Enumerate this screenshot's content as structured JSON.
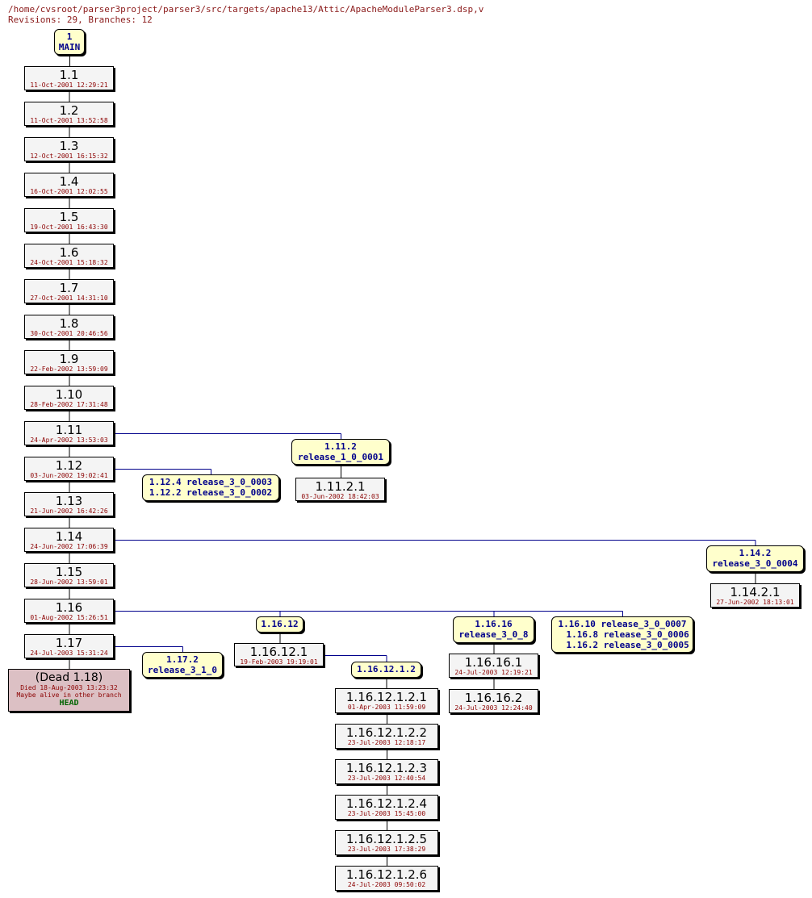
{
  "header": {
    "path": "/home/cvsroot/parser3project/parser3/src/targets/apache13/Attic/ApacheModuleParser3.dsp,v",
    "summary": "Revisions: 29, Branches: 12"
  },
  "colors": {
    "trunk_line": "#000000",
    "branch_line": "#00008b",
    "tag_fill": "#ffffcc",
    "rev_fill": "#f4f4f4",
    "dead_fill": "#dcc0c4"
  },
  "nodes": [
    {
      "id": "main",
      "type": "tag",
      "lines": [
        "1",
        "MAIN"
      ]
    },
    {
      "id": "r1_1",
      "type": "rev",
      "rev": "1.1",
      "date": "11-Oct-2001 12:29:21"
    },
    {
      "id": "r1_2",
      "type": "rev",
      "rev": "1.2",
      "date": "11-Oct-2001 13:52:58"
    },
    {
      "id": "r1_3",
      "type": "rev",
      "rev": "1.3",
      "date": "12-Oct-2001 16:15:32"
    },
    {
      "id": "r1_4",
      "type": "rev",
      "rev": "1.4",
      "date": "16-Oct-2001 12:02:55"
    },
    {
      "id": "r1_5",
      "type": "rev",
      "rev": "1.5",
      "date": "19-Oct-2001 16:43:30"
    },
    {
      "id": "r1_6",
      "type": "rev",
      "rev": "1.6",
      "date": "24-Oct-2001 15:18:32"
    },
    {
      "id": "r1_7",
      "type": "rev",
      "rev": "1.7",
      "date": "27-Oct-2001 14:31:10"
    },
    {
      "id": "r1_8",
      "type": "rev",
      "rev": "1.8",
      "date": "30-Oct-2001 20:46:56"
    },
    {
      "id": "r1_9",
      "type": "rev",
      "rev": "1.9",
      "date": "22-Feb-2002 13:59:09"
    },
    {
      "id": "r1_10",
      "type": "rev",
      "rev": "1.10",
      "date": "28-Feb-2002 17:31:48"
    },
    {
      "id": "r1_11",
      "type": "rev",
      "rev": "1.11",
      "date": "24-Apr-2002 13:53:03"
    },
    {
      "id": "r1_12",
      "type": "rev",
      "rev": "1.12",
      "date": "03-Jun-2002 19:02:41"
    },
    {
      "id": "r1_13",
      "type": "rev",
      "rev": "1.13",
      "date": "21-Jun-2002 16:42:26"
    },
    {
      "id": "r1_14",
      "type": "rev",
      "rev": "1.14",
      "date": "24-Jun-2002 17:06:39"
    },
    {
      "id": "r1_15",
      "type": "rev",
      "rev": "1.15",
      "date": "28-Jun-2002 13:59:01"
    },
    {
      "id": "r1_16",
      "type": "rev",
      "rev": "1.16",
      "date": "01-Aug-2002 15:26:51"
    },
    {
      "id": "r1_17",
      "type": "rev",
      "rev": "1.17",
      "date": "24-Jul-2003 15:31:24"
    },
    {
      "id": "dead",
      "type": "dead",
      "rev": "(Dead 1.18)",
      "lines": [
        "Died 18-Aug-2003 13:23:32",
        "Maybe alive in other branch"
      ],
      "head": "HEAD"
    },
    {
      "id": "b1_11_2",
      "type": "tag",
      "lines": [
        "1.11.2",
        "release_1_0_0001"
      ]
    },
    {
      "id": "r1_11_2_1",
      "type": "rev",
      "rev": "1.11.2.1",
      "date": "03-Jun-2002 18:42:03"
    },
    {
      "id": "b1_12",
      "type": "tag",
      "lines": [
        "1.12.4 release_3_0_0003",
        "1.12.2 release_3_0_0002"
      ]
    },
    {
      "id": "b1_14_2",
      "type": "tag",
      "lines": [
        "1.14.2",
        "release_3_0_0004"
      ]
    },
    {
      "id": "r1_14_2_1",
      "type": "rev",
      "rev": "1.14.2.1",
      "date": "27-Jun-2002 18:13:01"
    },
    {
      "id": "b1_16_12",
      "type": "tag",
      "lines": [
        "1.16.12"
      ]
    },
    {
      "id": "r1_16_12_1",
      "type": "rev",
      "rev": "1.16.12.1",
      "date": "19-Feb-2003 19:19:01"
    },
    {
      "id": "b1_16_12_1_2",
      "type": "tag",
      "lines": [
        "1.16.12.1.2"
      ]
    },
    {
      "id": "r1_16_12_1_2_1",
      "type": "rev",
      "rev": "1.16.12.1.2.1",
      "date": "01-Apr-2003 11:59:09"
    },
    {
      "id": "r1_16_12_1_2_2",
      "type": "rev",
      "rev": "1.16.12.1.2.2",
      "date": "23-Jul-2003 12:18:17"
    },
    {
      "id": "r1_16_12_1_2_3",
      "type": "rev",
      "rev": "1.16.12.1.2.3",
      "date": "23-Jul-2003 12:40:54"
    },
    {
      "id": "r1_16_12_1_2_4",
      "type": "rev",
      "rev": "1.16.12.1.2.4",
      "date": "23-Jul-2003 15:45:00"
    },
    {
      "id": "r1_16_12_1_2_5",
      "type": "rev",
      "rev": "1.16.12.1.2.5",
      "date": "23-Jul-2003 17:38:29"
    },
    {
      "id": "r1_16_12_1_2_6",
      "type": "rev",
      "rev": "1.16.12.1.2.6",
      "date": "24-Jul-2003 09:50:02"
    },
    {
      "id": "b1_16_16",
      "type": "tag",
      "lines": [
        "1.16.16",
        "release_3_0_8"
      ]
    },
    {
      "id": "r1_16_16_1",
      "type": "rev",
      "rev": "1.16.16.1",
      "date": "24-Jul-2003 12:19:21"
    },
    {
      "id": "r1_16_16_2",
      "type": "rev",
      "rev": "1.16.16.2",
      "date": "24-Jul-2003 12:24:40"
    },
    {
      "id": "b1_16_multi",
      "type": "tag",
      "lines": [
        "1.16.10 release_3_0_0007",
        "  1.16.8 release_3_0_0006",
        "  1.16.2 release_3_0_0005"
      ]
    },
    {
      "id": "b1_17_2",
      "type": "tag",
      "lines": [
        "1.17.2",
        "release_3_1_0"
      ]
    }
  ]
}
